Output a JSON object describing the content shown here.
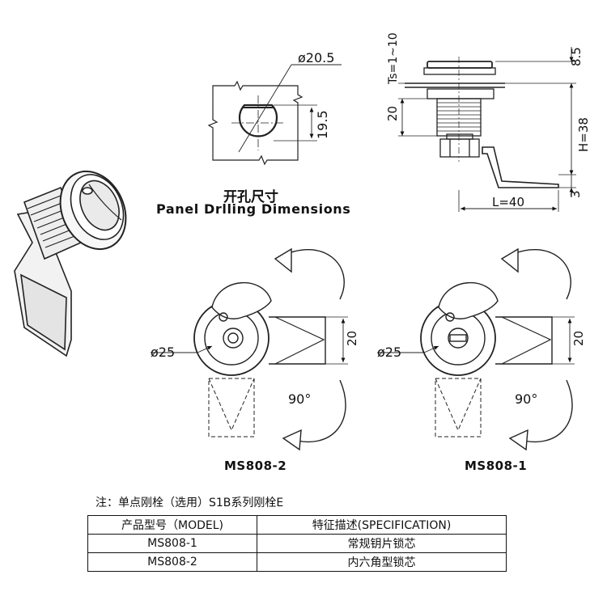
{
  "panel_drilling": {
    "dia_label": "ø20.5",
    "flat_label": "19.5",
    "title_cn": "开孔尺寸",
    "title_en": "Panel Drlling Dimensions"
  },
  "side_view": {
    "ts_label": "Ts=1~10",
    "top_label": "8.5",
    "thread_label": "20",
    "h_label": "H=38",
    "tip_label": "3",
    "l_label": "L=40"
  },
  "variant_left": {
    "model": "MS808-2",
    "dia_label": "ø25",
    "cam_width": "20",
    "angle": "90°"
  },
  "variant_right": {
    "model": "MS808-1",
    "dia_label": "ø25",
    "cam_width": "20",
    "angle": "90°"
  },
  "note": "注：单点刚栓（选用）S1B系列刚栓E",
  "spec_table": {
    "headers": [
      "产品型号（MODEL)",
      "特征描述(SPECIFICATION)"
    ],
    "rows": [
      [
        "MS808-1",
        "常规钥片锁芯"
      ],
      [
        "MS808-2",
        "内六角型锁芯"
      ]
    ]
  }
}
